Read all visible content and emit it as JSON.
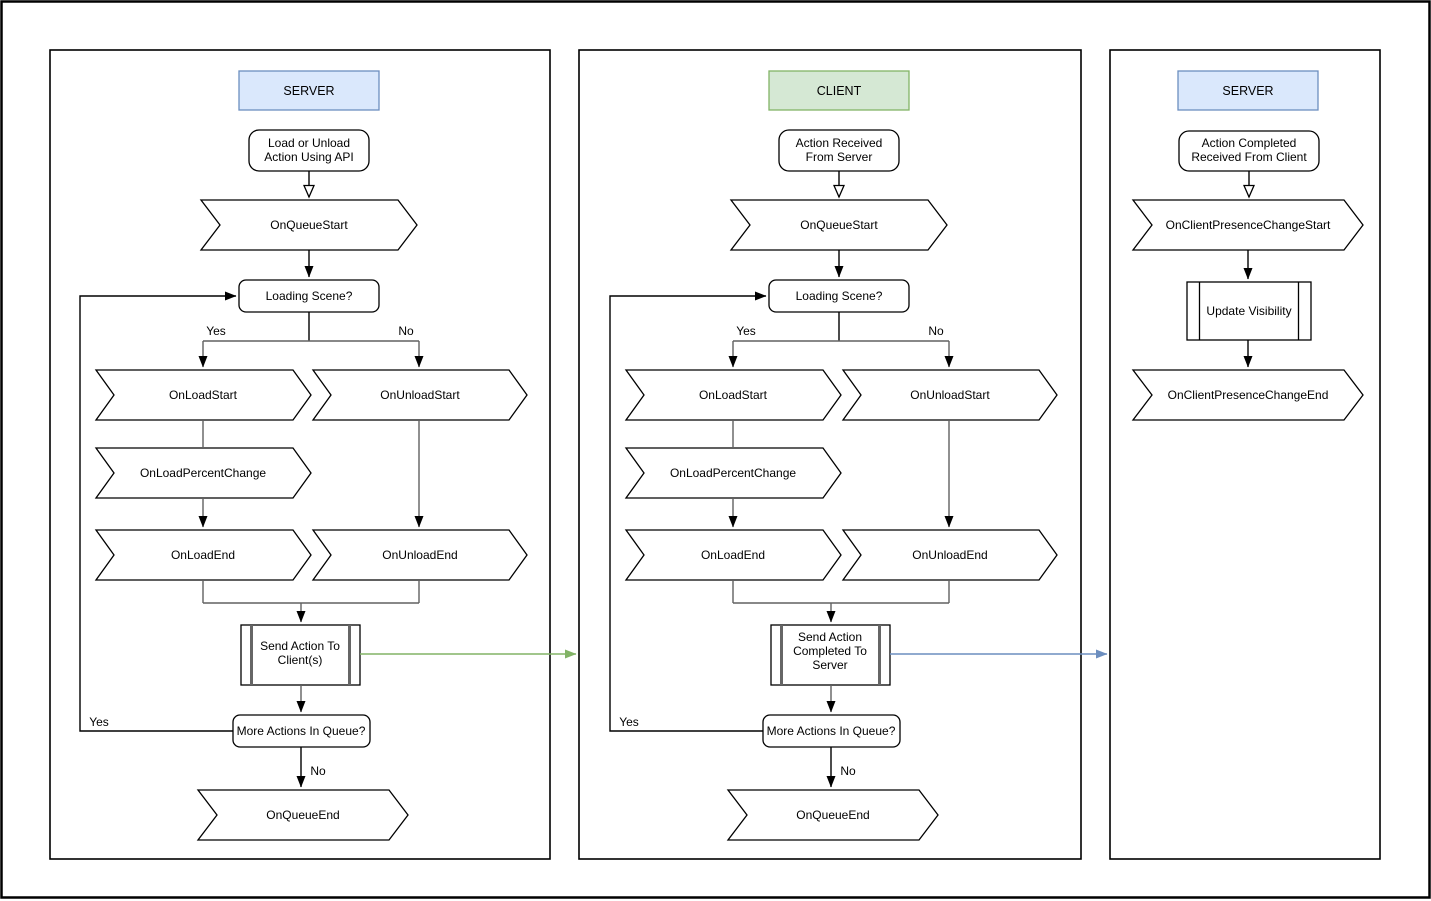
{
  "colors": {
    "server_header_fill": "#dae8fc",
    "server_header_stroke": "#6c8ebf",
    "client_header_fill": "#d5e8d4",
    "client_header_stroke": "#82b366",
    "server_to_client_arrow": "#82b366",
    "client_to_server_arrow": "#6c8ebf",
    "shape_stroke": "#000000",
    "connector_gray": "#616161"
  },
  "panels": [
    {
      "title": "SERVER",
      "start_line1": "Load or Unload",
      "start_line2": "Action Using API",
      "on_queue_start": "OnQueueStart",
      "loading_scene": "Loading Scene?",
      "branch_yes": "Yes",
      "branch_no": "No",
      "on_load_start": "OnLoadStart",
      "on_unload_start": "OnUnloadStart",
      "on_load_percent_change": "OnLoadPercentChange",
      "on_load_end": "OnLoadEnd",
      "on_unload_end": "OnUnloadEnd",
      "send_line1": "Send Action To",
      "send_line2": "Client(s)",
      "more_actions": "More Actions In Queue?",
      "loop_yes": "Yes",
      "queue_no": "No",
      "on_queue_end": "OnQueueEnd"
    },
    {
      "title": "CLIENT",
      "start_line1": "Action Received",
      "start_line2": "From Server",
      "on_queue_start": "OnQueueStart",
      "loading_scene": "Loading Scene?",
      "branch_yes": "Yes",
      "branch_no": "No",
      "on_load_start": "OnLoadStart",
      "on_unload_start": "OnUnloadStart",
      "on_load_percent_change": "OnLoadPercentChange",
      "on_load_end": "OnLoadEnd",
      "on_unload_end": "OnUnloadEnd",
      "send_line1": "Send Action",
      "send_line2": "Completed To",
      "send_line3": "Server",
      "more_actions": "More Actions In Queue?",
      "loop_yes": "Yes",
      "queue_no": "No",
      "on_queue_end": "OnQueueEnd"
    },
    {
      "title": "SERVER",
      "start_line1": "Action Completed",
      "start_line2": "Received From Client",
      "on_client_presence_change_start": "OnClientPresenceChangeStart",
      "update_visibility": "Update Visibility",
      "on_client_presence_change_end": "OnClientPresenceChangeEnd"
    }
  ]
}
